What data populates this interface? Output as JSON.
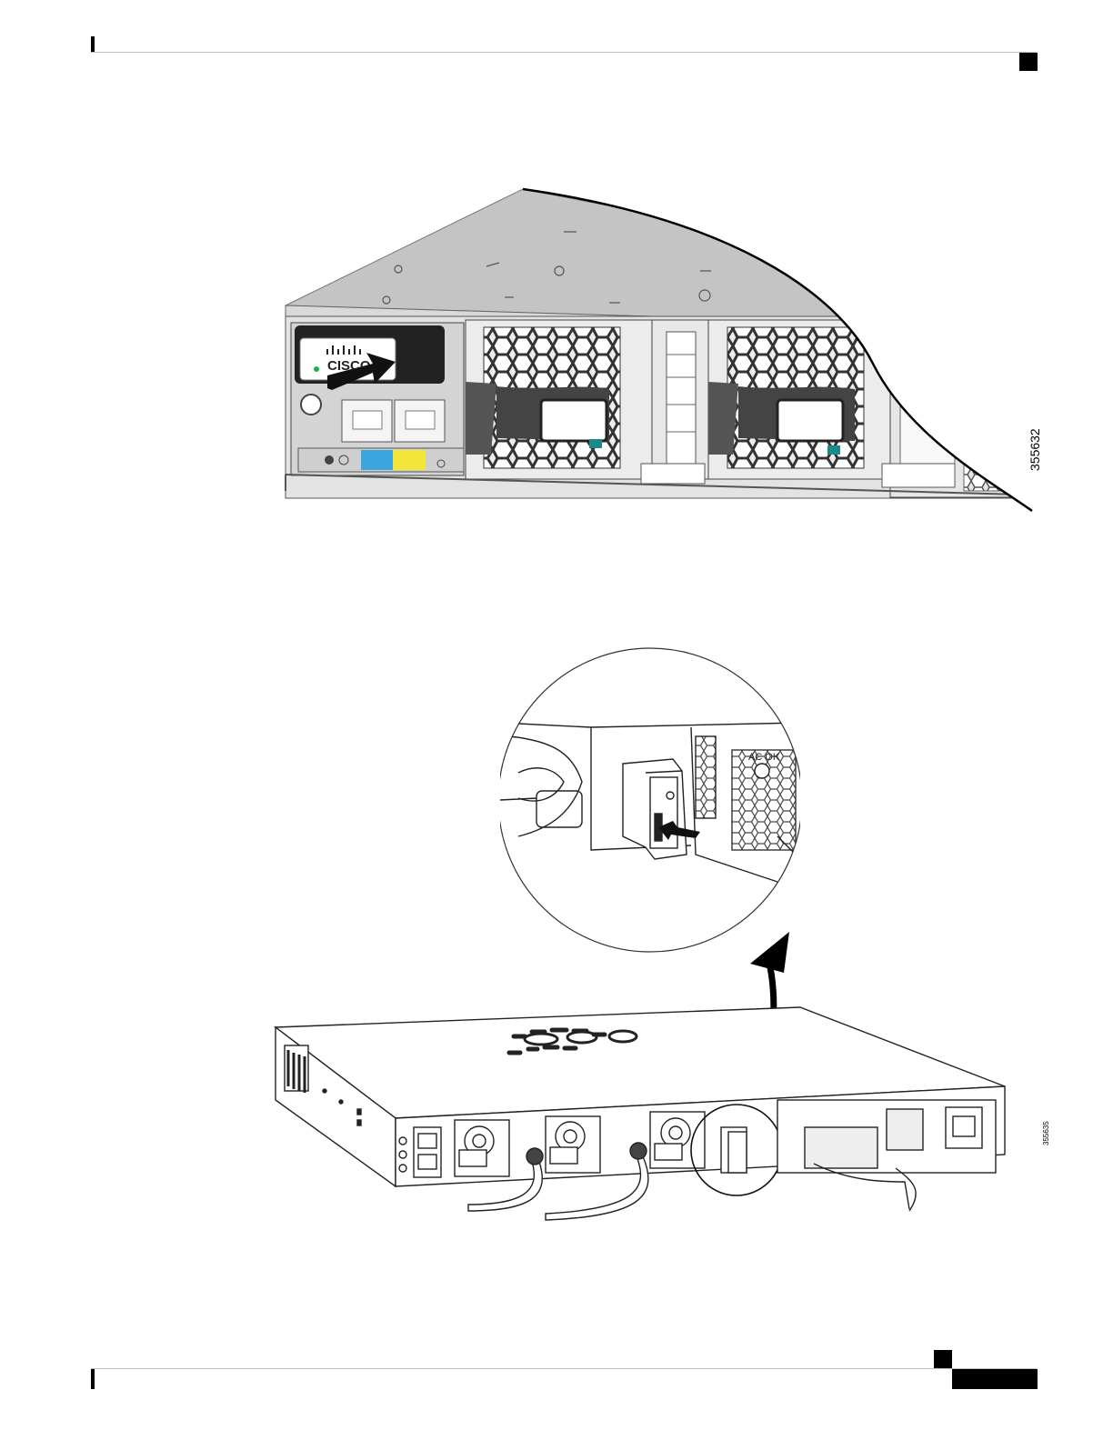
{
  "figure1": {
    "id_label": "355632",
    "logo_text": "CISCO"
  },
  "figure2": {
    "inset_label": "AC OK",
    "id_label": "355635"
  }
}
